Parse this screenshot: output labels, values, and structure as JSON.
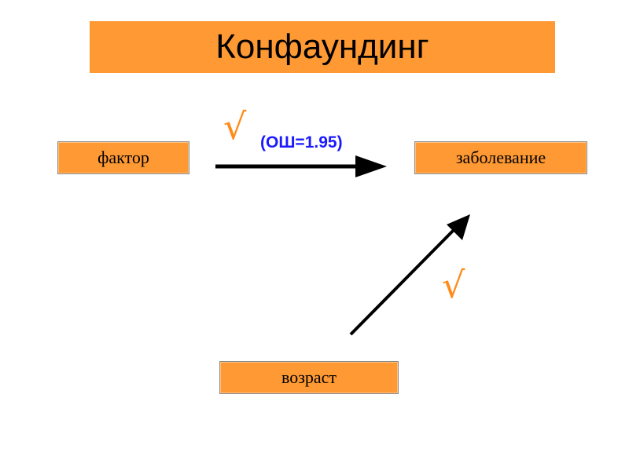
{
  "title": "Конфаундинг",
  "nodes": {
    "factor": "фактор",
    "disease": "заболевание",
    "age": "возраст"
  },
  "edge_label": "(ОШ=1.95)",
  "checkmark": "√",
  "colors": {
    "box_fill": "#ff9933",
    "edge_label": "#1a1aff",
    "checkmark": "#ff8c1a",
    "arrow": "#000000"
  }
}
